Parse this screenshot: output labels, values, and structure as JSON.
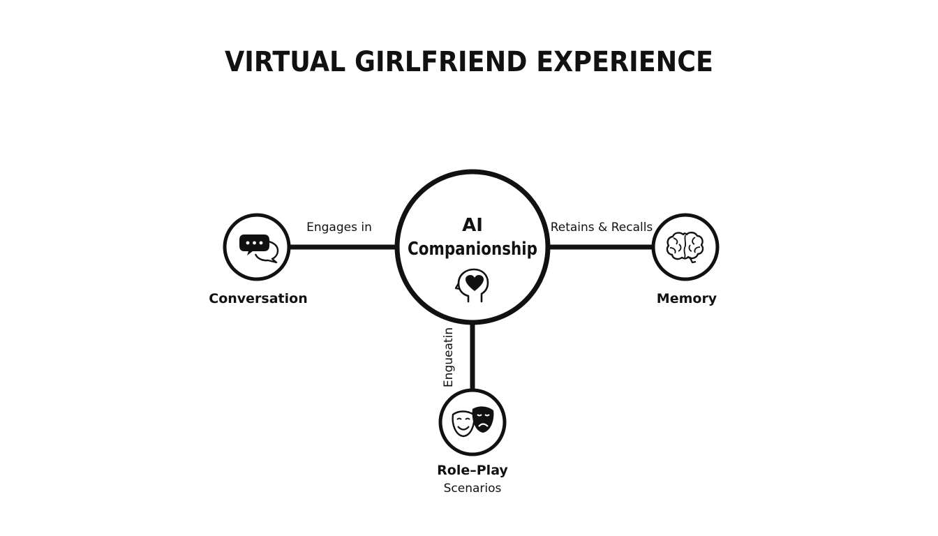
{
  "title": "VIRTUAL GIRLFRIEND EXPERIENCE",
  "center": {
    "line1": "AI",
    "line2": "Companionship",
    "icon": "head-heart-icon"
  },
  "nodes": {
    "conversation": {
      "label": "Conversation",
      "icon": "chat-bubbles-icon"
    },
    "memory": {
      "label": "Memory",
      "icon": "brain-icon"
    },
    "roleplay": {
      "label": "Role–Play",
      "sublabel": "Scenarios",
      "icon": "theater-masks-icon"
    }
  },
  "edges": {
    "conversation": "Engages in",
    "memory": "Retains & Recalls",
    "roleplay": "Engueatin"
  },
  "colors": {
    "ink": "#111111",
    "background": "#ffffff"
  }
}
